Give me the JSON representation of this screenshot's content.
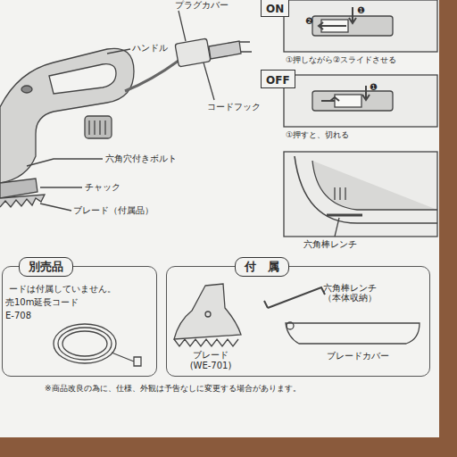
{
  "diagram": {
    "caption": "※商品改良の為に、仕様、外観は予告なしに変更する場合があります。",
    "nodes": [
      {
        "text": [
          "別売品"
        ]
      },
      {
        "text": [
          "付　属"
        ]
      },
      {
        "text": [
          "ON"
        ]
      },
      {
        "text": [
          "OFF"
        ]
      }
    ],
    "labels": [
      "プラグカバー",
      "ハンドル",
      "コードフック",
      "六角穴付きボルト",
      "チャック",
      "ブレード（付属品）",
      "❷",
      "❶",
      "①押しながら②スライドさせる",
      "❶",
      "①押すと、切れる",
      "六角棒レンチ",
      "ードは付属していません。",
      "売10m延長コード",
      "E-708",
      "六角棒レンチ （本体収納）",
      "ブレード (WE-701)",
      "ブレードカバー"
    ]
  }
}
